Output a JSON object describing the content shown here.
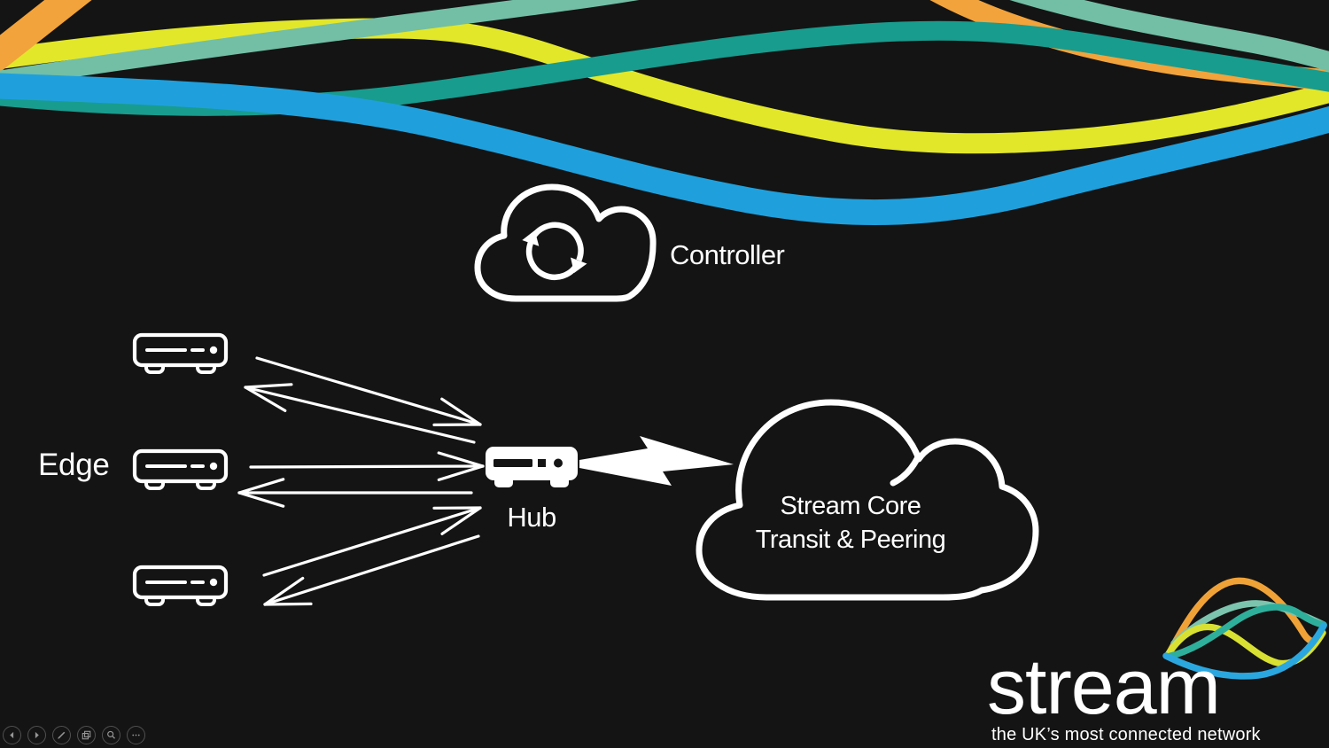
{
  "slide": {
    "diagram": {
      "controller_label": "Controller",
      "edge_label": "Edge",
      "hub_label": "Hub",
      "core_cloud_line1": "Stream Core",
      "core_cloud_line2": "Transit & Peering"
    },
    "logo": {
      "wordmark": "stream",
      "tagline": "the UK’s most connected network"
    },
    "colors": {
      "background": "#141414",
      "line_white": "#FFFFFF",
      "orange": "#F2A33B",
      "yellow": "#E2E72A",
      "sage": "#72BFA6",
      "teal": "#189C8E",
      "blue": "#1FA0DC",
      "logo_orange": "#F0A237",
      "logo_sage": "#7CC4AE",
      "logo_yellow": "#D8E032",
      "logo_teal": "#2EAF9B",
      "logo_blue": "#2BA7E0",
      "toolbar_ring": "#505050",
      "toolbar_glyph": "#969696"
    }
  },
  "toolbar": {
    "buttons": [
      {
        "label": "previous slide"
      },
      {
        "label": "next slide"
      },
      {
        "label": "pen"
      },
      {
        "label": "see all slides"
      },
      {
        "label": "zoom into slide"
      },
      {
        "label": "more slideshow options"
      }
    ]
  }
}
